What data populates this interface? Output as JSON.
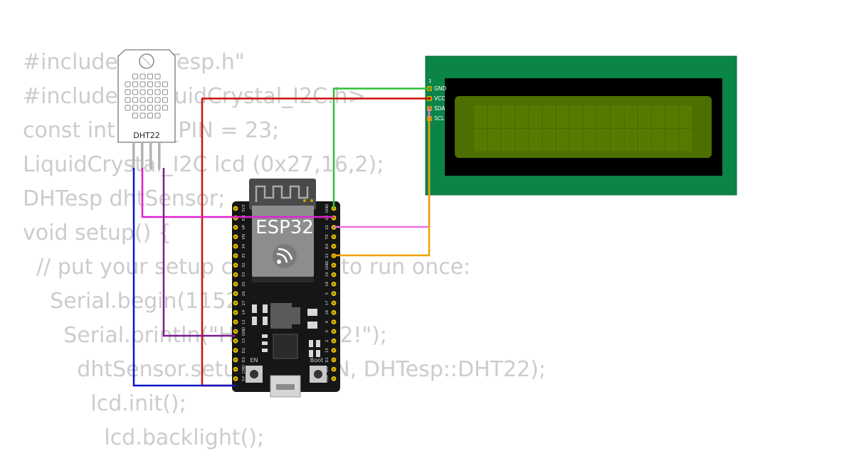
{
  "code": {
    "lines": [
      "#include \"DHTesp.h\"",
      "#include <LiquidCrystal_I2C.h>",
      "const int DHT_PIN = 23;",
      "LiquidCrystal_I2C lcd (0x27,16,2);",
      "DHTesp dhtSensor;",
      "void setup() {",
      "  // put your setup code here, to run once:",
      "    Serial.begin(115200);",
      "      Serial.println(\"Hello, ESP32!\");",
      "        dhtSensor.setup(DHT_PIN, DHTesp::DHT22);",
      "          lcd.init();",
      "            lcd.backlight();"
    ]
  },
  "dht": {
    "label": "DHT22"
  },
  "esp32": {
    "label": "ESP32",
    "en_label": "EN",
    "boot_label": "Boot",
    "left_pins": [
      "3V3",
      "EN",
      "VP",
      "VN",
      "34",
      "35",
      "32",
      "33",
      "25",
      "26",
      "27",
      "14",
      "12",
      "GND",
      "13",
      "D2",
      "D3",
      "CMD",
      "5V"
    ],
    "right_pins": [
      "GND",
      "23",
      "22",
      "TX",
      "RX",
      "21",
      "GND",
      "19",
      "18",
      "5",
      "17",
      "16",
      "4",
      "0",
      "2",
      "15",
      "D1",
      "D0",
      "CLK"
    ]
  },
  "lcd": {
    "pin_number": "1",
    "pins": [
      "GND",
      "VCC",
      "SDA",
      "SCL"
    ]
  },
  "colors": {
    "gnd_wire": "#2fbf3a",
    "vcc_wire": "#d10f0f",
    "sda_wire": "#ee6fe0",
    "scl_wire": "#f0a100",
    "data_wire": "#e21fd0",
    "purple_wire": "#7b1c8f",
    "blue_wire": "#0a14c7",
    "lcd_pcb": "#0b8447",
    "lcd_screen": "#4d6e00"
  }
}
